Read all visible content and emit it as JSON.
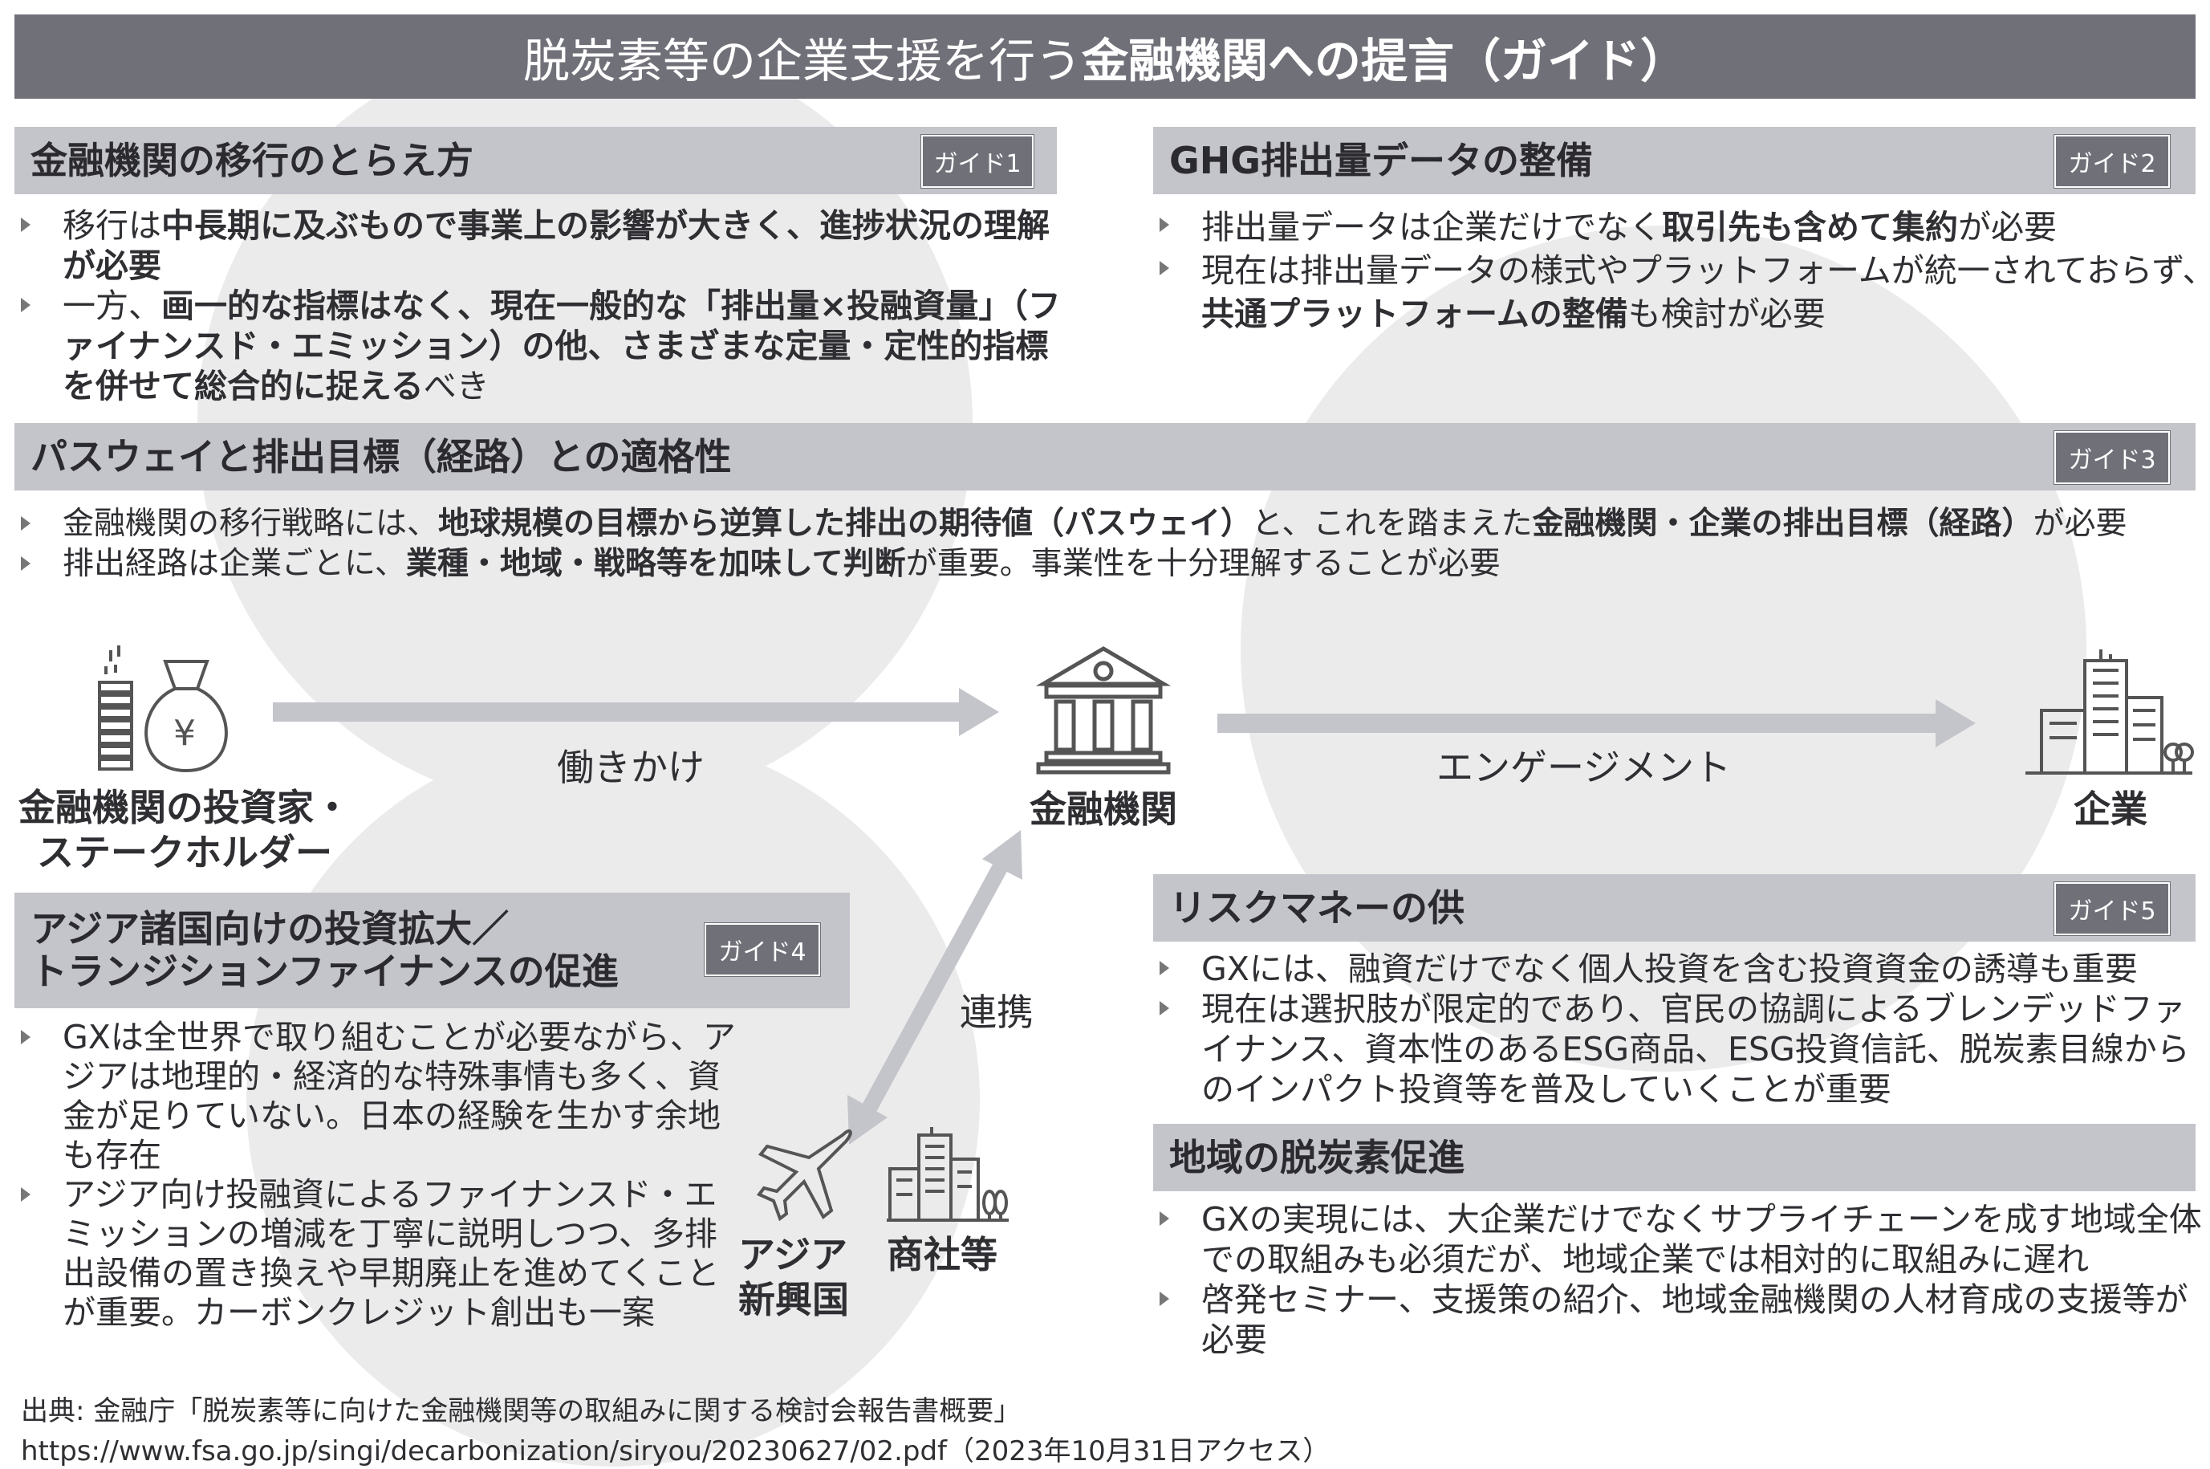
{
  "title": {
    "normal": "脱炭素等の企業支援を行う",
    "bold": "金融機関への提言（ガイド）"
  },
  "sections": {
    "s1": {
      "heading": "金融機関の移行のとらえ方",
      "badge": "ガイド1",
      "bullets": [
        [
          {
            "t": "移行は"
          },
          {
            "t": "中長期に及ぶもので事業上の影響が大きく、進捗状況の理解が必要",
            "b": true
          }
        ],
        [
          {
            "t": "一方、"
          },
          {
            "t": "画一的な指標はなく、現在一般的な「排出量×投融資量」（ファイナンスド・エミッション）の他、さまざまな定量・定性的指標を併せて総合的に捉える",
            "b": true
          },
          {
            "t": "べき"
          }
        ]
      ]
    },
    "s2": {
      "heading": "GHG排出量データの整備",
      "badge": "ガイド2",
      "bullets": [
        [
          {
            "t": "排出量データは企業だけでなく"
          },
          {
            "t": "取引先も含めて集約",
            "b": true
          },
          {
            "t": "が必要"
          }
        ],
        [
          {
            "t": "現在は排出量データの様式やプラットフォームが統一されておらず、\n"
          },
          {
            "t": "共通プラットフォームの整備",
            "b": true
          },
          {
            "t": "も検討が必要"
          }
        ]
      ]
    },
    "s3": {
      "heading": "パスウェイと排出目標（経路）との適格性",
      "badge": "ガイド3",
      "bullets": [
        [
          {
            "t": "金融機関の移行戦略には、"
          },
          {
            "t": "地球規模の目標から逆算した排出の期待値（パスウェイ）",
            "b": true
          },
          {
            "t": "と、これを踏まえた"
          },
          {
            "t": "金融機関・企業の排出目標（経路）",
            "b": true
          },
          {
            "t": "が必要"
          }
        ],
        [
          {
            "t": "排出経路は企業ごとに、"
          },
          {
            "t": "業種・地域・戦略等を加味して判断",
            "b": true
          },
          {
            "t": "が重要。事業性を十分理解することが必要"
          }
        ]
      ]
    },
    "s4": {
      "heading": "アジア諸国向けの投資拡大／\nトランジションファイナンスの促進",
      "badge": "ガイド4",
      "bullets": [
        [
          {
            "t": "GXは全世界で取り組むことが必要ながら、アジアは地理的・経済的な特殊事情も多く、資金が足りていない。日本の経験を生かす余地も存在"
          }
        ],
        [
          {
            "t": "アジア向け投融資によるファイナンスド・エミッションの増減を丁寧に説明しつつ、多排出設備の置き換えや早期廃止を進めてくことが重要。カーボンクレジット創出も一案"
          }
        ]
      ]
    },
    "s5": {
      "heading": "リスクマネーの供",
      "badge": "ガイド5",
      "bullets": [
        [
          {
            "t": "GXには、融資だけでなく個人投資を含む投資資金の誘導も重要"
          }
        ],
        [
          {
            "t": "現在は選択肢が限定的であり、官民の協調によるブレンデッドファイナンス、資本性のあるESG商品、ESG投資信託、脱炭素目線からのインパクト投資等を普及していくことが重要"
          }
        ]
      ]
    },
    "s6": {
      "heading": "地域の脱炭素促進",
      "bullets": [
        [
          {
            "t": "GXの実現には、大企業だけでなくサプライチェーンを成す地域全体での取組みも必須だが、地域企業では相対的に取組みに遅れ"
          }
        ],
        [
          {
            "t": "啓発セミナー、支援策の紹介、地域金融機関の人材育成の支援等が必要"
          }
        ]
      ]
    }
  },
  "diagram": {
    "investor": "金融機関の投資家・\nステークホルダー",
    "bank": "金融機関",
    "company": "企業",
    "asia": "アジア\n新興国",
    "trading": "商社等",
    "arrow1": "働きかけ",
    "arrow2": "エンゲージメント",
    "arrow3": "連携"
  },
  "source": {
    "line1": "出典: 金融庁「脱炭素等に向けた金融機関等の取組みに関する検討会報告書概要」",
    "line2": "https://www.fsa.go.jp/singi/decarbonization/siryou/20230627/02.pdf（2023年10月31日アクセス）"
  }
}
